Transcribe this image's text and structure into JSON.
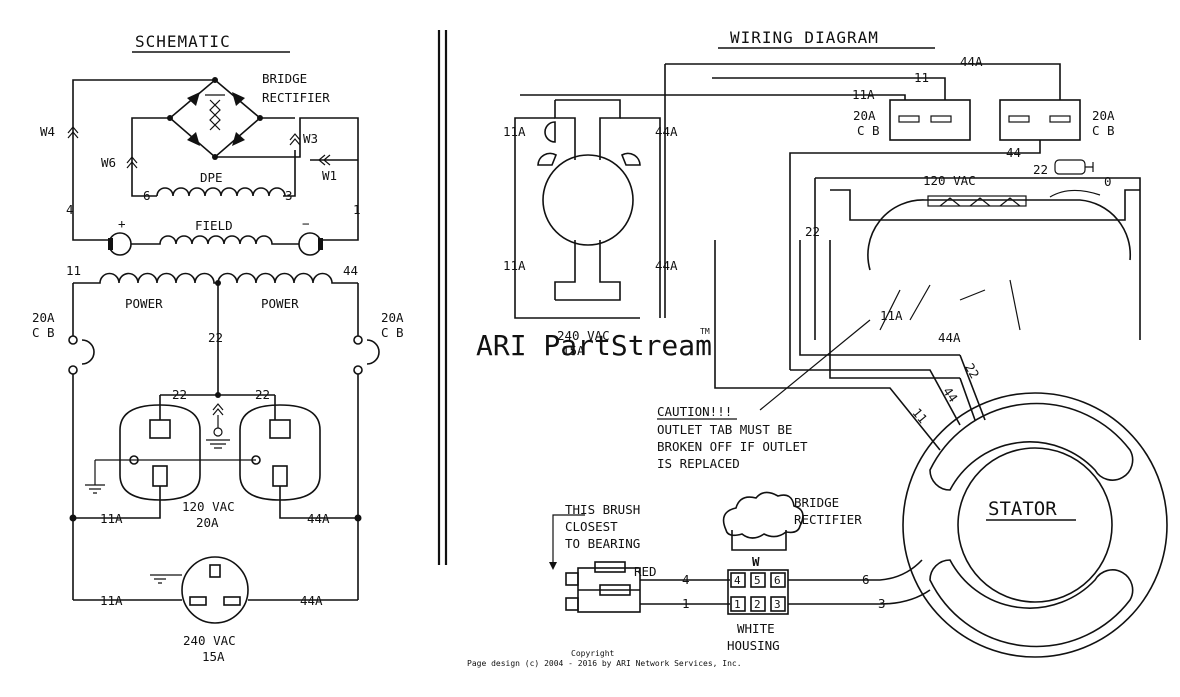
{
  "schematic": {
    "title": "SCHEMATIC",
    "bridge_label_1": "BRIDGE",
    "bridge_label_2": "RECTIFIER",
    "w4": "W4",
    "w3": "W3",
    "w6": "W6",
    "w1": "W1",
    "dpe": "DPE",
    "field": "FIELD",
    "wire_6": "6",
    "wire_3": "3",
    "wire_4": "4",
    "wire_1": "1",
    "plus": "+",
    "minus": "−",
    "wire_11": "11",
    "wire_44": "44",
    "power_left": "POWER",
    "power_right": "POWER",
    "cb_left_1": "20A",
    "cb_left_2": "C B",
    "cb_right_1": "20A",
    "cb_right_2": "C B",
    "wire_22_mid": "22",
    "wire_22_left": "22",
    "wire_22_right": "22",
    "wire_11a_top": "11A",
    "wire_44a_top": "44A",
    "outlet_120_1": "120 VAC",
    "outlet_120_2": "20A",
    "wire_11a_bot": "11A",
    "wire_44a_bot": "44A",
    "outlet_240_1": "240 VAC",
    "outlet_240_2": "15A"
  },
  "wiring": {
    "title": "WIRING DIAGRAM",
    "w44a_top": "44A",
    "w11_top": "11",
    "w11a_top": "11A",
    "cb_left_1": "20A",
    "cb_left_2": "C B",
    "cb_right_1": "20A",
    "cb_right_2": "C B",
    "w44_mid": "44",
    "w22_conn": "22",
    "w0": "0",
    "vac_120": "120 VAC",
    "w22_left": "22",
    "outlet_11a_top": "11A",
    "outlet_44a_top": "44A",
    "outlet_11a_bot": "11A",
    "outlet_44a_bot": "44A",
    "vac_240_1": "240 VAC",
    "vac_240_2": "15A",
    "w11a_mid": "11A",
    "w44a_mid": "44A",
    "w11_diag": "11",
    "w44_diag": "44",
    "w22_diag": "22",
    "caution_title": "CAUTION!!!",
    "caution_1": "OUTLET TAB MUST BE",
    "caution_2": "BROKEN OFF IF OUTLET",
    "caution_3": "IS REPLACED",
    "stator": "STATOR",
    "brush_1": "THIS BRUSH",
    "brush_2": "CLOSEST",
    "brush_3": "TO BEARING",
    "red": "RED",
    "bridge_1": "BRIDGE",
    "bridge_2": "RECTIFIER",
    "w_letter": "W",
    "pins": [
      "4",
      "5",
      "6",
      "1",
      "2",
      "3"
    ],
    "wire_4": "4",
    "wire_1": "1",
    "wire_6": "6",
    "wire_3": "3",
    "housing_1": "WHITE",
    "housing_2": "HOUSING"
  },
  "watermark": "ARI PartStream",
  "watermark_tm": "TM",
  "footer": {
    "copyright": "Copyright",
    "line": "Page design (c) 2004 - 2016 by ARI Network Services, Inc."
  }
}
